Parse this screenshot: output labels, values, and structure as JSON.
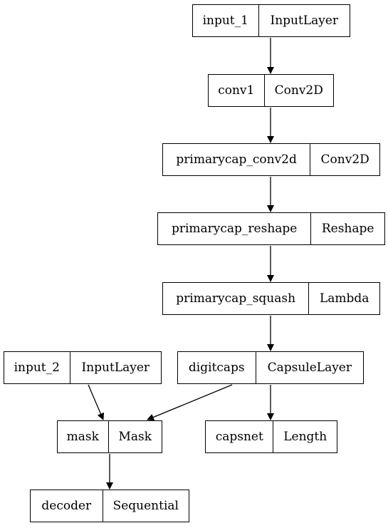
{
  "nodes": {
    "input_1": {
      "name": "input_1",
      "type": "InputLayer"
    },
    "conv1": {
      "name": "conv1",
      "type": "Conv2D"
    },
    "primarycap_conv2d": {
      "name": "primarycap_conv2d",
      "type": "Conv2D"
    },
    "primarycap_reshape": {
      "name": "primarycap_reshape",
      "type": "Reshape"
    },
    "primarycap_squash": {
      "name": "primarycap_squash",
      "type": "Lambda"
    },
    "input_2": {
      "name": "input_2",
      "type": "InputLayer"
    },
    "digitcaps": {
      "name": "digitcaps",
      "type": "CapsuleLayer"
    },
    "mask": {
      "name": "mask",
      "type": "Mask"
    },
    "capsnet": {
      "name": "capsnet",
      "type": "Length"
    },
    "decoder": {
      "name": "decoder",
      "type": "Sequential"
    }
  },
  "edges": [
    [
      "input_1",
      "conv1"
    ],
    [
      "conv1",
      "primarycap_conv2d"
    ],
    [
      "primarycap_conv2d",
      "primarycap_reshape"
    ],
    [
      "primarycap_reshape",
      "primarycap_squash"
    ],
    [
      "primarycap_squash",
      "digitcaps"
    ],
    [
      "input_2",
      "mask"
    ],
    [
      "digitcaps",
      "mask"
    ],
    [
      "digitcaps",
      "capsnet"
    ],
    [
      "mask",
      "decoder"
    ]
  ],
  "colors": {
    "stroke": "#000000",
    "fill": "#ffffff"
  }
}
